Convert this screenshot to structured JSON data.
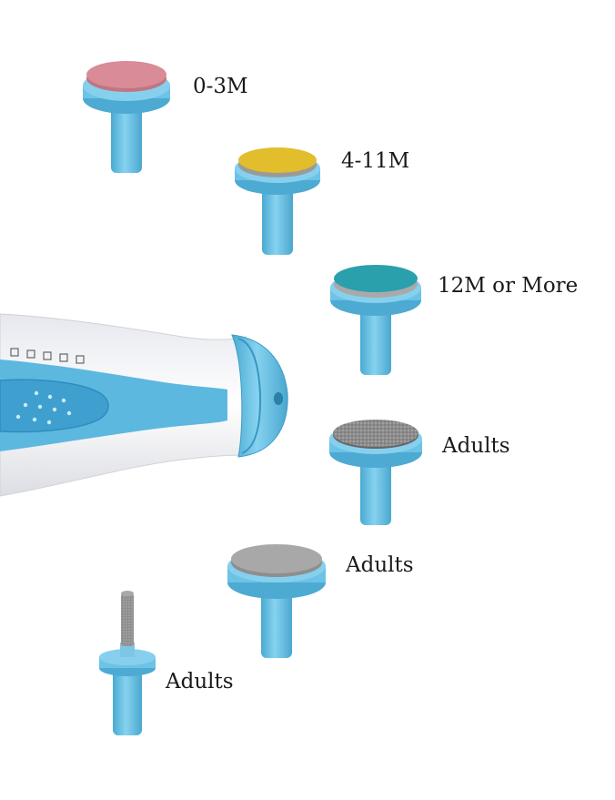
{
  "colors": {
    "attachment_blue": "#6cc3e6",
    "attachment_blue_dark": "#4aaad2",
    "device_white": "#f4f4f6",
    "pad_pink": "#d98b98",
    "pad_yellow": "#e2bd2c",
    "pad_teal": "#2aa0ad",
    "pad_grit": "#8a8a8a",
    "pad_gray": "#a8a8a8"
  },
  "attachments": [
    {
      "label": "0-3M",
      "pad": "pink",
      "pad_color_key": "pad_pink",
      "icon": "pink-sanding-pad-icon"
    },
    {
      "label": "4-11M",
      "pad": "yellow",
      "pad_color_key": "pad_yellow",
      "icon": "yellow-sanding-pad-icon"
    },
    {
      "label": "12M or More",
      "pad": "teal",
      "pad_color_key": "pad_teal",
      "icon": "teal-sanding-pad-icon"
    },
    {
      "label": "Adults",
      "pad": "grit",
      "pad_color_key": "pad_grit",
      "icon": "grit-sanding-pad-icon"
    },
    {
      "label": "Adults",
      "pad": "gray",
      "pad_color_key": "pad_gray",
      "icon": "gray-polishing-pad-icon"
    },
    {
      "label": "Adults",
      "pad": "bit",
      "pad_color_key": "pad_grit",
      "icon": "cylinder-bit-icon"
    }
  ],
  "device": {
    "icon": "nail-trimmer-device-icon"
  }
}
